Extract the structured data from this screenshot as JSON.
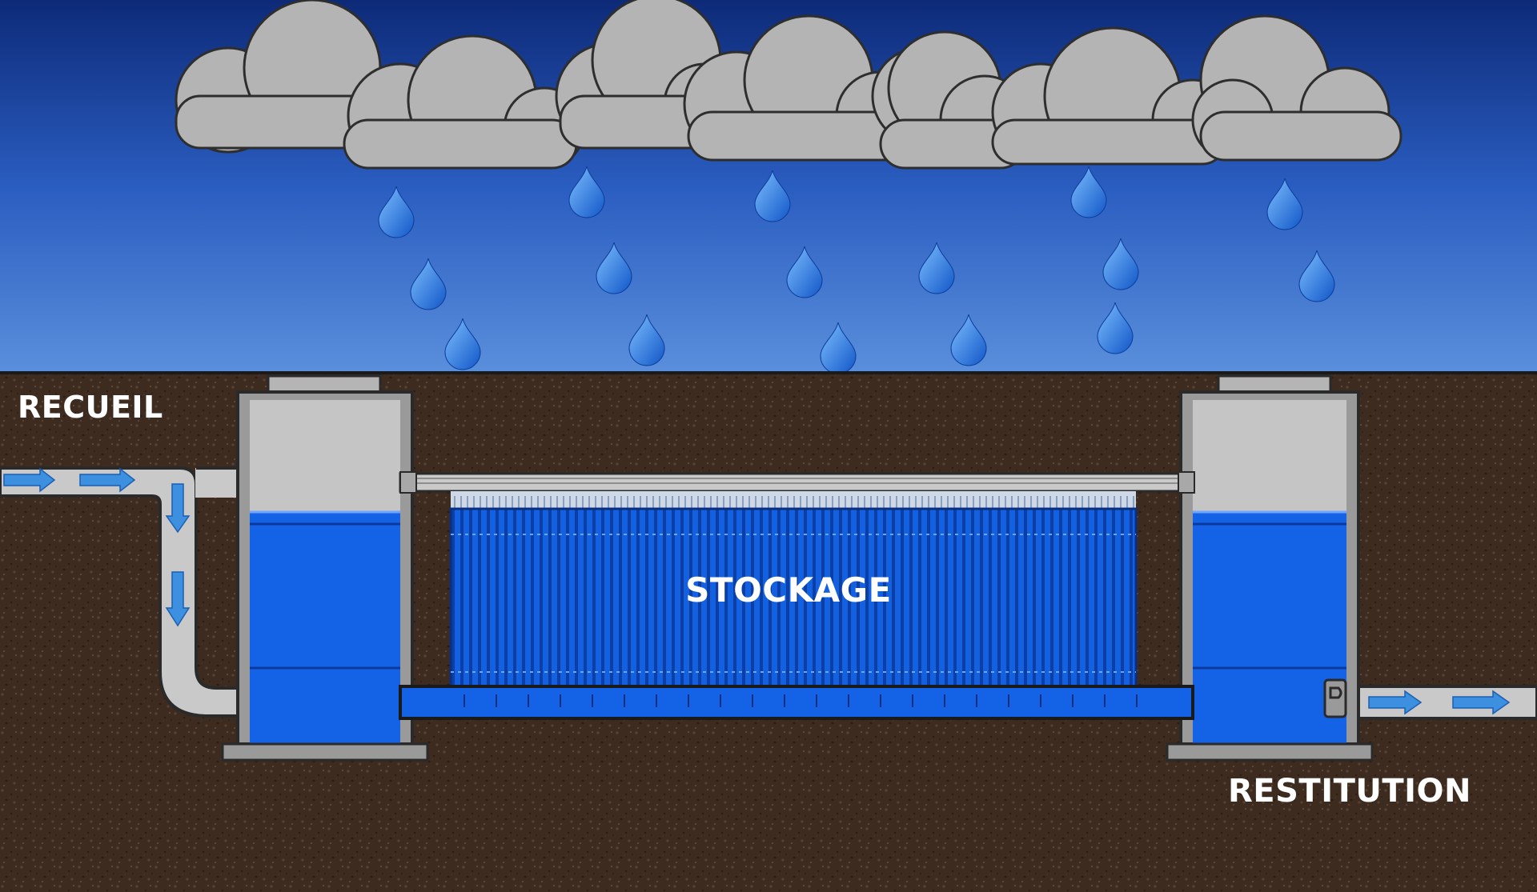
{
  "labels": {
    "collect": "RECUEIL",
    "storage": "STOCKAGE",
    "release": "RESTITUTION"
  },
  "colors": {
    "sky_top": "#0d2a78",
    "sky_bottom": "#4f86d6",
    "soil": "#3d2b20",
    "cloud": "#b3b3b3",
    "water": "#1463e6",
    "water_dark": "#0d46b0",
    "concrete": "#b9b9b9",
    "pipe": "#c9c9c9",
    "arrow": "#3d8fe0",
    "outline": "#2a2a2a"
  },
  "icons": {
    "inflow_arrows": "arrow-right-icon",
    "down_arrows": "arrow-down-icon",
    "outflow_arrows": "arrow-right-icon",
    "rain": "raindrop-icon",
    "valve": "flow-regulator-icon"
  }
}
